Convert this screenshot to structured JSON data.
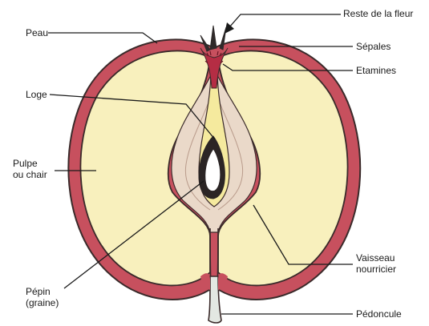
{
  "labels": {
    "reste_fleur": "Reste de la fleur",
    "peau": "Peau",
    "sepales": "Sépales",
    "etamines": "Etamines",
    "loge": "Loge",
    "pulpe_line1": "Pulpe",
    "pulpe_line2": "ou chair",
    "vaisseau_line1": "Vaisseau",
    "vaisseau_line2": "nourricier",
    "pepin_line1": "Pépin",
    "pepin_line2": "(graine)",
    "pedoncule": "Pédoncule"
  },
  "colors": {
    "skin": "#c7505e",
    "pulp": "#f8f0bd",
    "core": "#ead9c9",
    "carpel": "#f5ea9e",
    "stamens": "#b52d44",
    "outline": "#3a2a2a",
    "stem": "#e3e8e2"
  }
}
